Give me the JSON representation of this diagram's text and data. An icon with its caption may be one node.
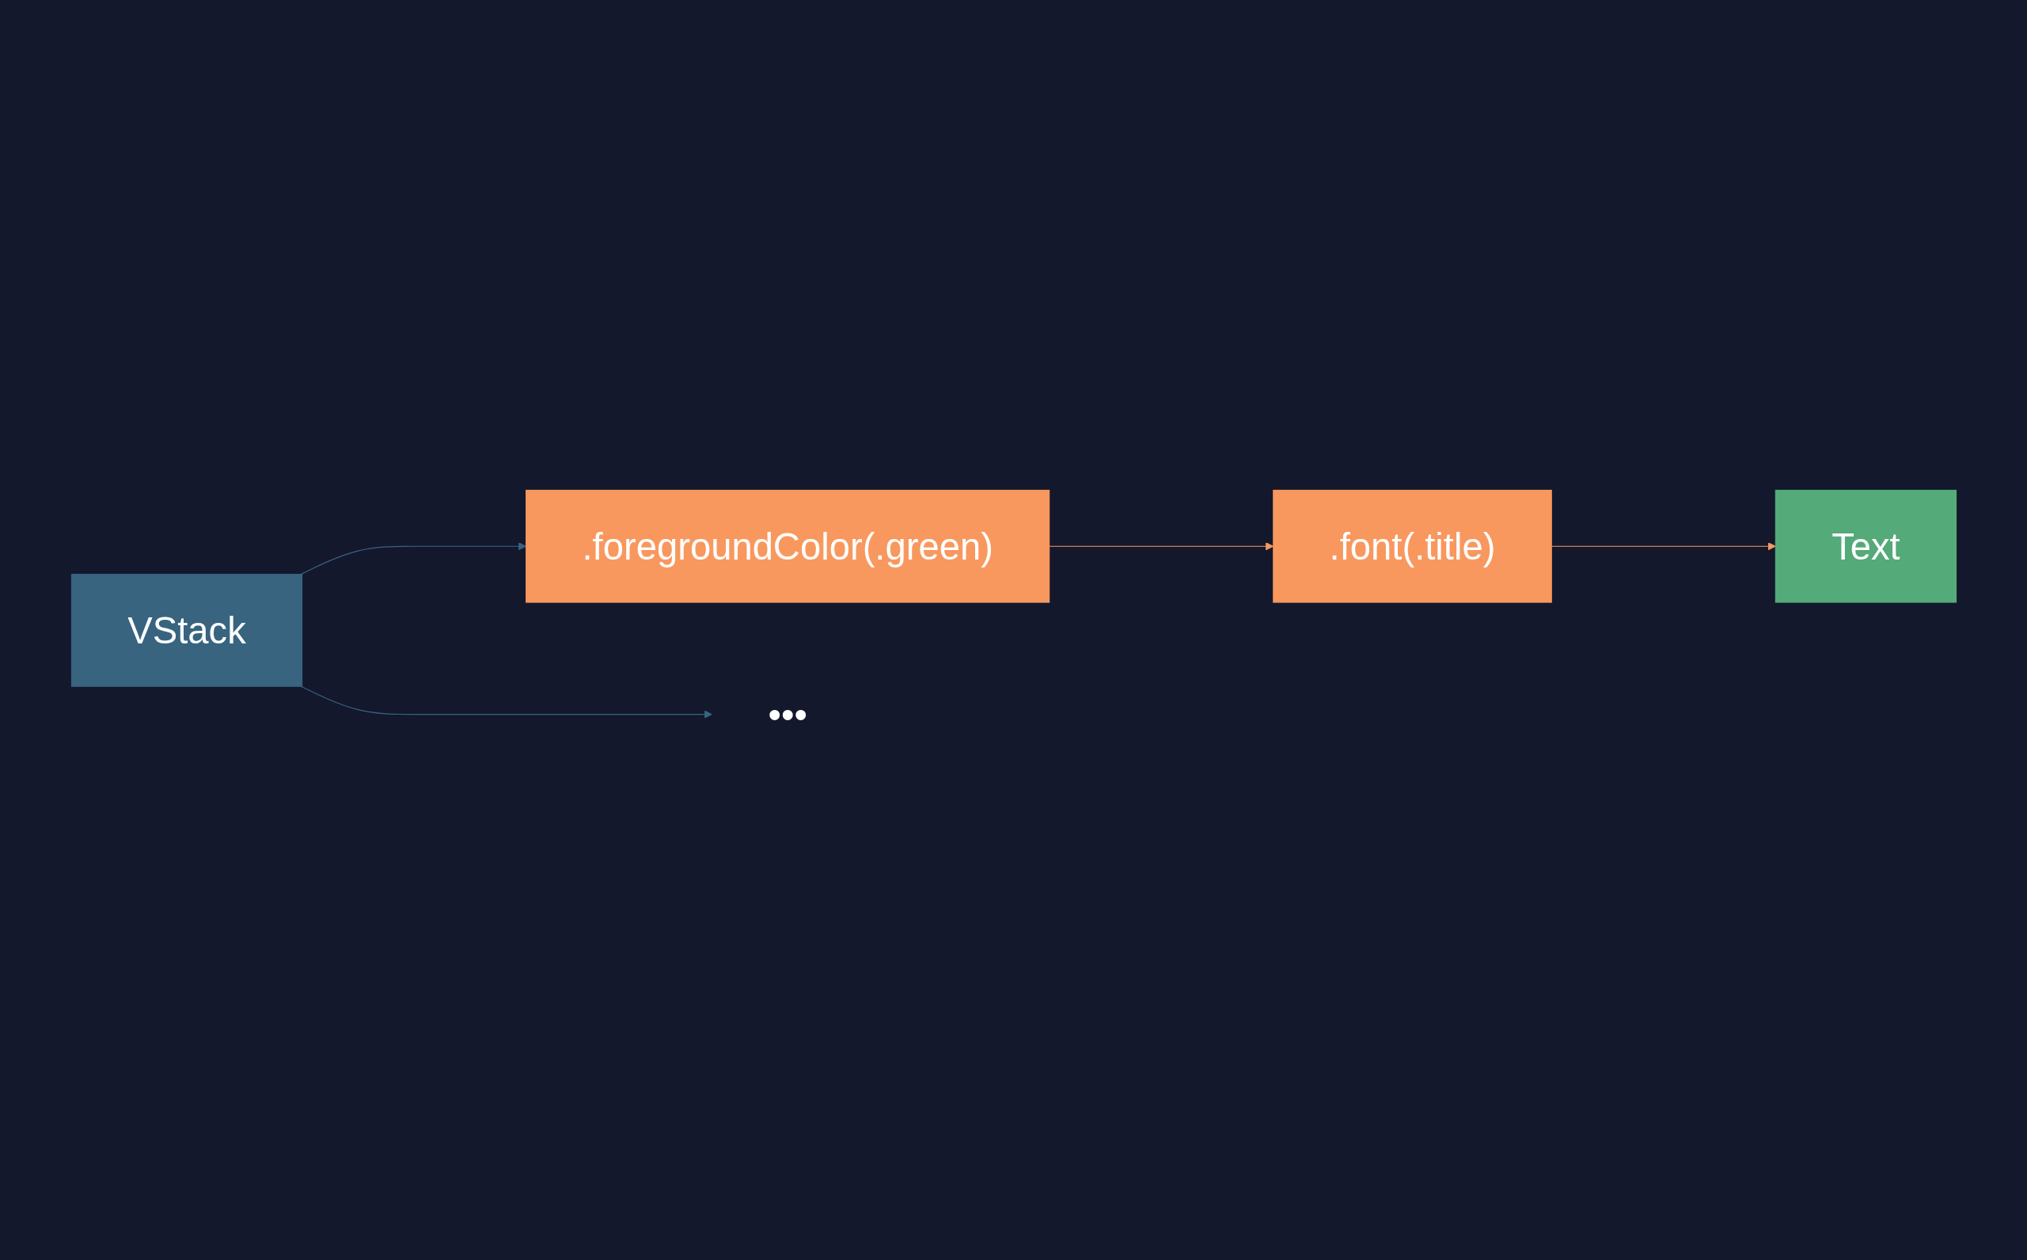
{
  "diagram": {
    "nodes": [
      {
        "text": [
          "VStack"
        ]
      },
      {
        "text": [
          ".foregroundColor(.green)"
        ]
      },
      {
        "text": [
          ".font(.title)"
        ]
      },
      {
        "text": [
          "Text"
        ]
      },
      {
        "text": [
          "•••"
        ]
      }
    ],
    "edges": [
      {
        "from": 0,
        "to": 1,
        "arrow": "to",
        "color": "#386480"
      },
      {
        "from": 1,
        "to": 2,
        "arrow": "to",
        "color": "#f8985e"
      },
      {
        "from": 2,
        "to": 3,
        "arrow": "to",
        "color": "#f8985e"
      },
      {
        "from": 0,
        "to": 4,
        "arrow": "to",
        "color": "#386480"
      }
    ]
  }
}
